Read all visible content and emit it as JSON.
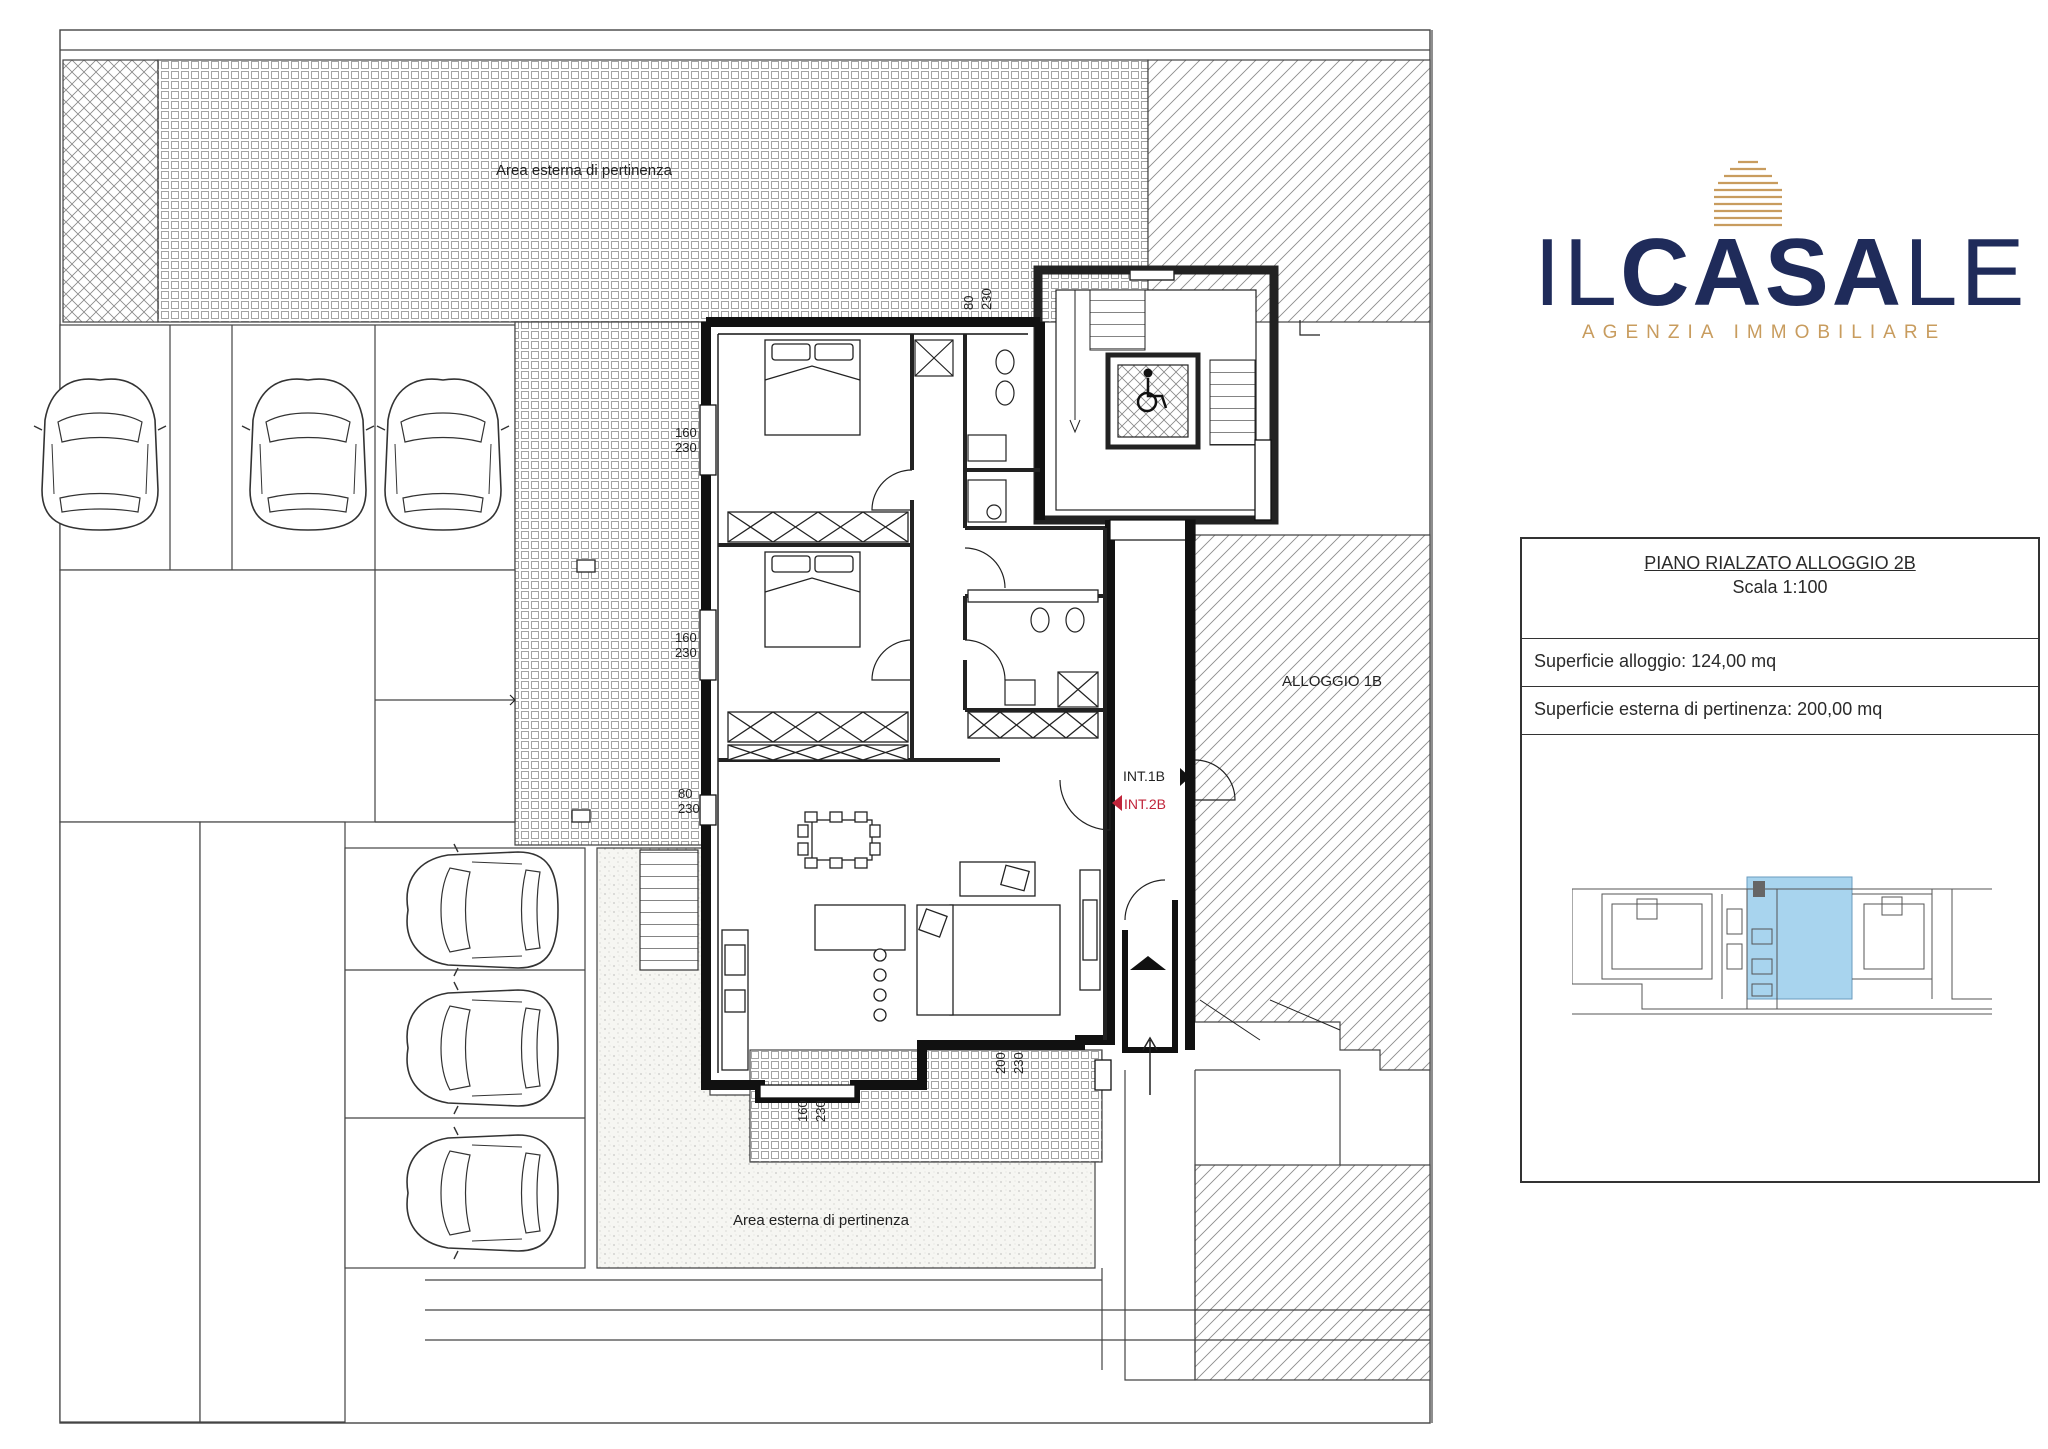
{
  "plan": {
    "area_top_label": "Area esterna di pertinenza",
    "area_bottom_label": "Area esterna di pertinenza",
    "alloggio_1b_label": "ALLOGGIO 1B",
    "int_1b_label": "INT.1B",
    "int_2b_label": "INT.2B",
    "int_2b_color": "#c0243a",
    "dimension_labels": {
      "d1_top": "80",
      "d1_bottom": "230",
      "d2_top": "160",
      "d2_bottom": "230",
      "d3_top": "160",
      "d3_bottom": "230",
      "d4_top": "80",
      "d4_bottom": "230",
      "d5_top": "200",
      "d5_bottom": "230",
      "d6_top": "160",
      "d6_bottom": "230"
    }
  },
  "logo": {
    "word_il": "IL",
    "word_casa": "CASA",
    "word_le": "LE",
    "tagline": "AGENZIA IMMOBILIARE",
    "primary_color": "#1f2b5a",
    "accent_color": "#c89c5e"
  },
  "info": {
    "title": "PIANO RIALZATO ALLOGGIO 2B",
    "scale": "Scala 1:100",
    "surface_unit": "Superficie alloggio: 124,00 mq",
    "surface_external": "Superficie esterna di pertinenza: 200,00 mq",
    "highlight_color": "#a8d4ee"
  }
}
